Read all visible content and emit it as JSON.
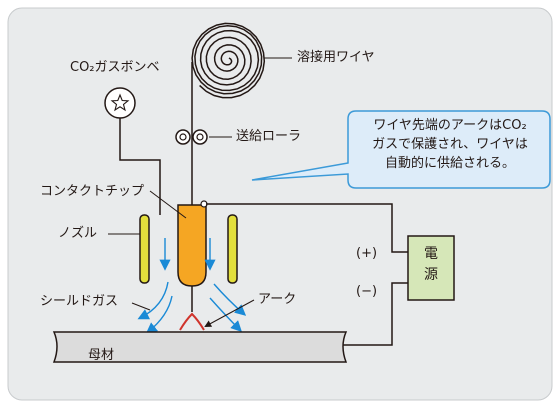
{
  "labels": {
    "co2_cylinder": "CO₂ガスボンベ",
    "wire": "溶接用ワイヤ",
    "feed_roller": "送給ローラ",
    "contact_tip": "コンタクトチップ",
    "nozzle": "ノズル",
    "shield_gas": "シールドガス",
    "arc": "アーク",
    "base_metal": "母材",
    "plus": "(+)",
    "minus": "(−)",
    "power_line1": "電",
    "power_line2": "源"
  },
  "callout": {
    "line1": "ワイヤ先端のアークはCO₂",
    "line2": "ガスで保護され、ワイヤは",
    "line3": "自動的に供給される。"
  },
  "colors": {
    "panel_bg": "#e9ebec",
    "callout_bg": "#ddecf9",
    "callout_border": "#3c9ad8",
    "contact_tip": "#f5a623",
    "nozzle": "#e3df3c",
    "power_box": "#d6e7b8",
    "base_metal": "#dcdcdc",
    "gas_arrow": "#1a8ad6",
    "arc": "#d0342c"
  }
}
